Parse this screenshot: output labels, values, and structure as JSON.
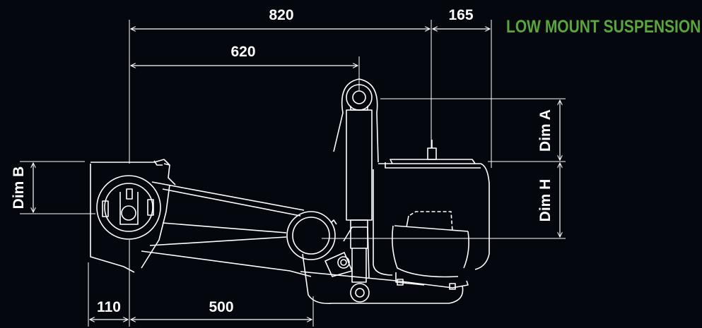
{
  "title": "LOW MOUNT SUSPENSION",
  "colors": {
    "title": "#5aa53c",
    "line": "#ffffff",
    "background": "#05070f"
  },
  "dimensions": {
    "d820": "820",
    "d165": "165",
    "d620": "620",
    "d110": "110",
    "d500": "500",
    "dim_a": "Dim A",
    "dim_h": "Dim H",
    "dim_b": "Dim B"
  }
}
